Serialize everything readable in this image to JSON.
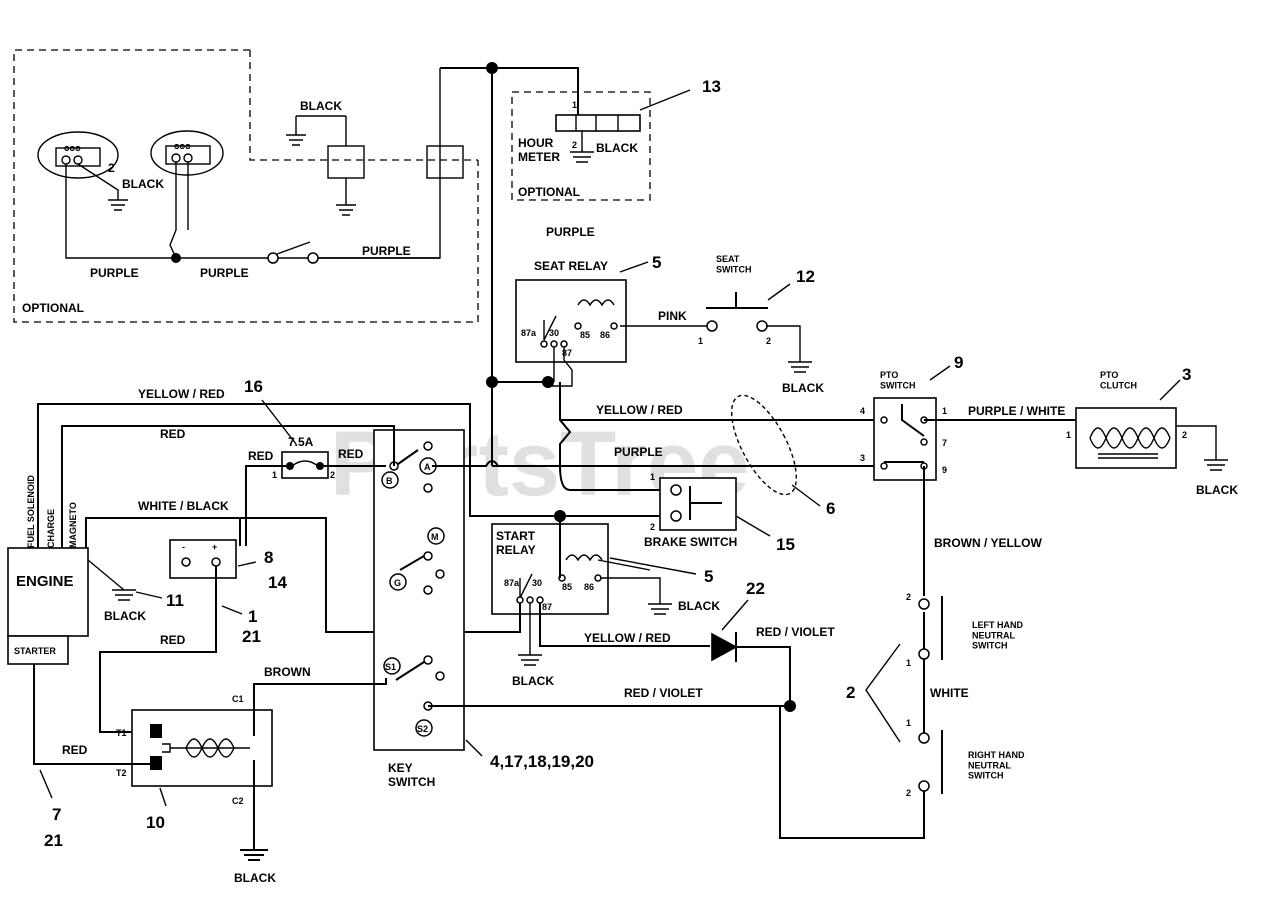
{
  "watermark": "PartsTree",
  "wires": {
    "black": "BLACK",
    "purple": "PURPLE",
    "pink": "PINK",
    "yellow_red": "YELLOW / RED",
    "red": "RED",
    "purple_white": "PURPLE / WHITE",
    "white_black": "WHITE / BLACK",
    "brown_yellow": "BROWN / YELLOW",
    "red_violet": "RED / VIOLET",
    "white": "WHITE",
    "brown": "BROWN"
  },
  "components": {
    "optional": "OPTIONAL",
    "hour_meter": "HOUR\nMETER",
    "seat_relay": "SEAT RELAY",
    "seat_switch": "SEAT\nSWITCH",
    "pto_switch": "PTO\nSWITCH",
    "pto_clutch": "PTO\nCLUTCH",
    "fuse": "7.5A",
    "fuel_solenoid": "FUEL SOLENOID",
    "charge": "CHARGE",
    "magneto": "MAGNETO",
    "engine": "ENGINE",
    "starter": "STARTER",
    "brake_switch": "BRAKE SWITCH",
    "start_relay": "START\nRELAY",
    "left_neutral": "LEFT HAND\nNEUTRAL\nSWITCH",
    "right_neutral": "RIGHT HAND\nNEUTRAL\nSWITCH",
    "key_switch": "KEY\nSWITCH"
  },
  "key_positions": [
    "A",
    "B",
    "M",
    "G",
    "S1",
    "S2"
  ],
  "terminals": {
    "one": "1",
    "two": "2",
    "three": "3",
    "four": "4",
    "seven": "7",
    "nine": "9",
    "relay_87a": "87a",
    "relay_30": "30",
    "relay_87": "87",
    "relay_85": "85",
    "relay_86": "86",
    "t1": "T1",
    "t2": "T2",
    "c1": "C1",
    "c2": "C2",
    "plus": "+",
    "minus": "-"
  },
  "callouts": {
    "c13": "13",
    "c5a": "5",
    "c12": "12",
    "c9": "9",
    "c3": "3",
    "c16": "16",
    "c6": "6",
    "c15": "15",
    "c5b": "5",
    "c22": "22",
    "c8": "8",
    "c14": "14",
    "c11": "11",
    "c1": "1",
    "c21a": "21",
    "c2": "2",
    "c4": "4,17,18,19,20",
    "c10": "10",
    "c7": "7",
    "c21b": "21"
  }
}
